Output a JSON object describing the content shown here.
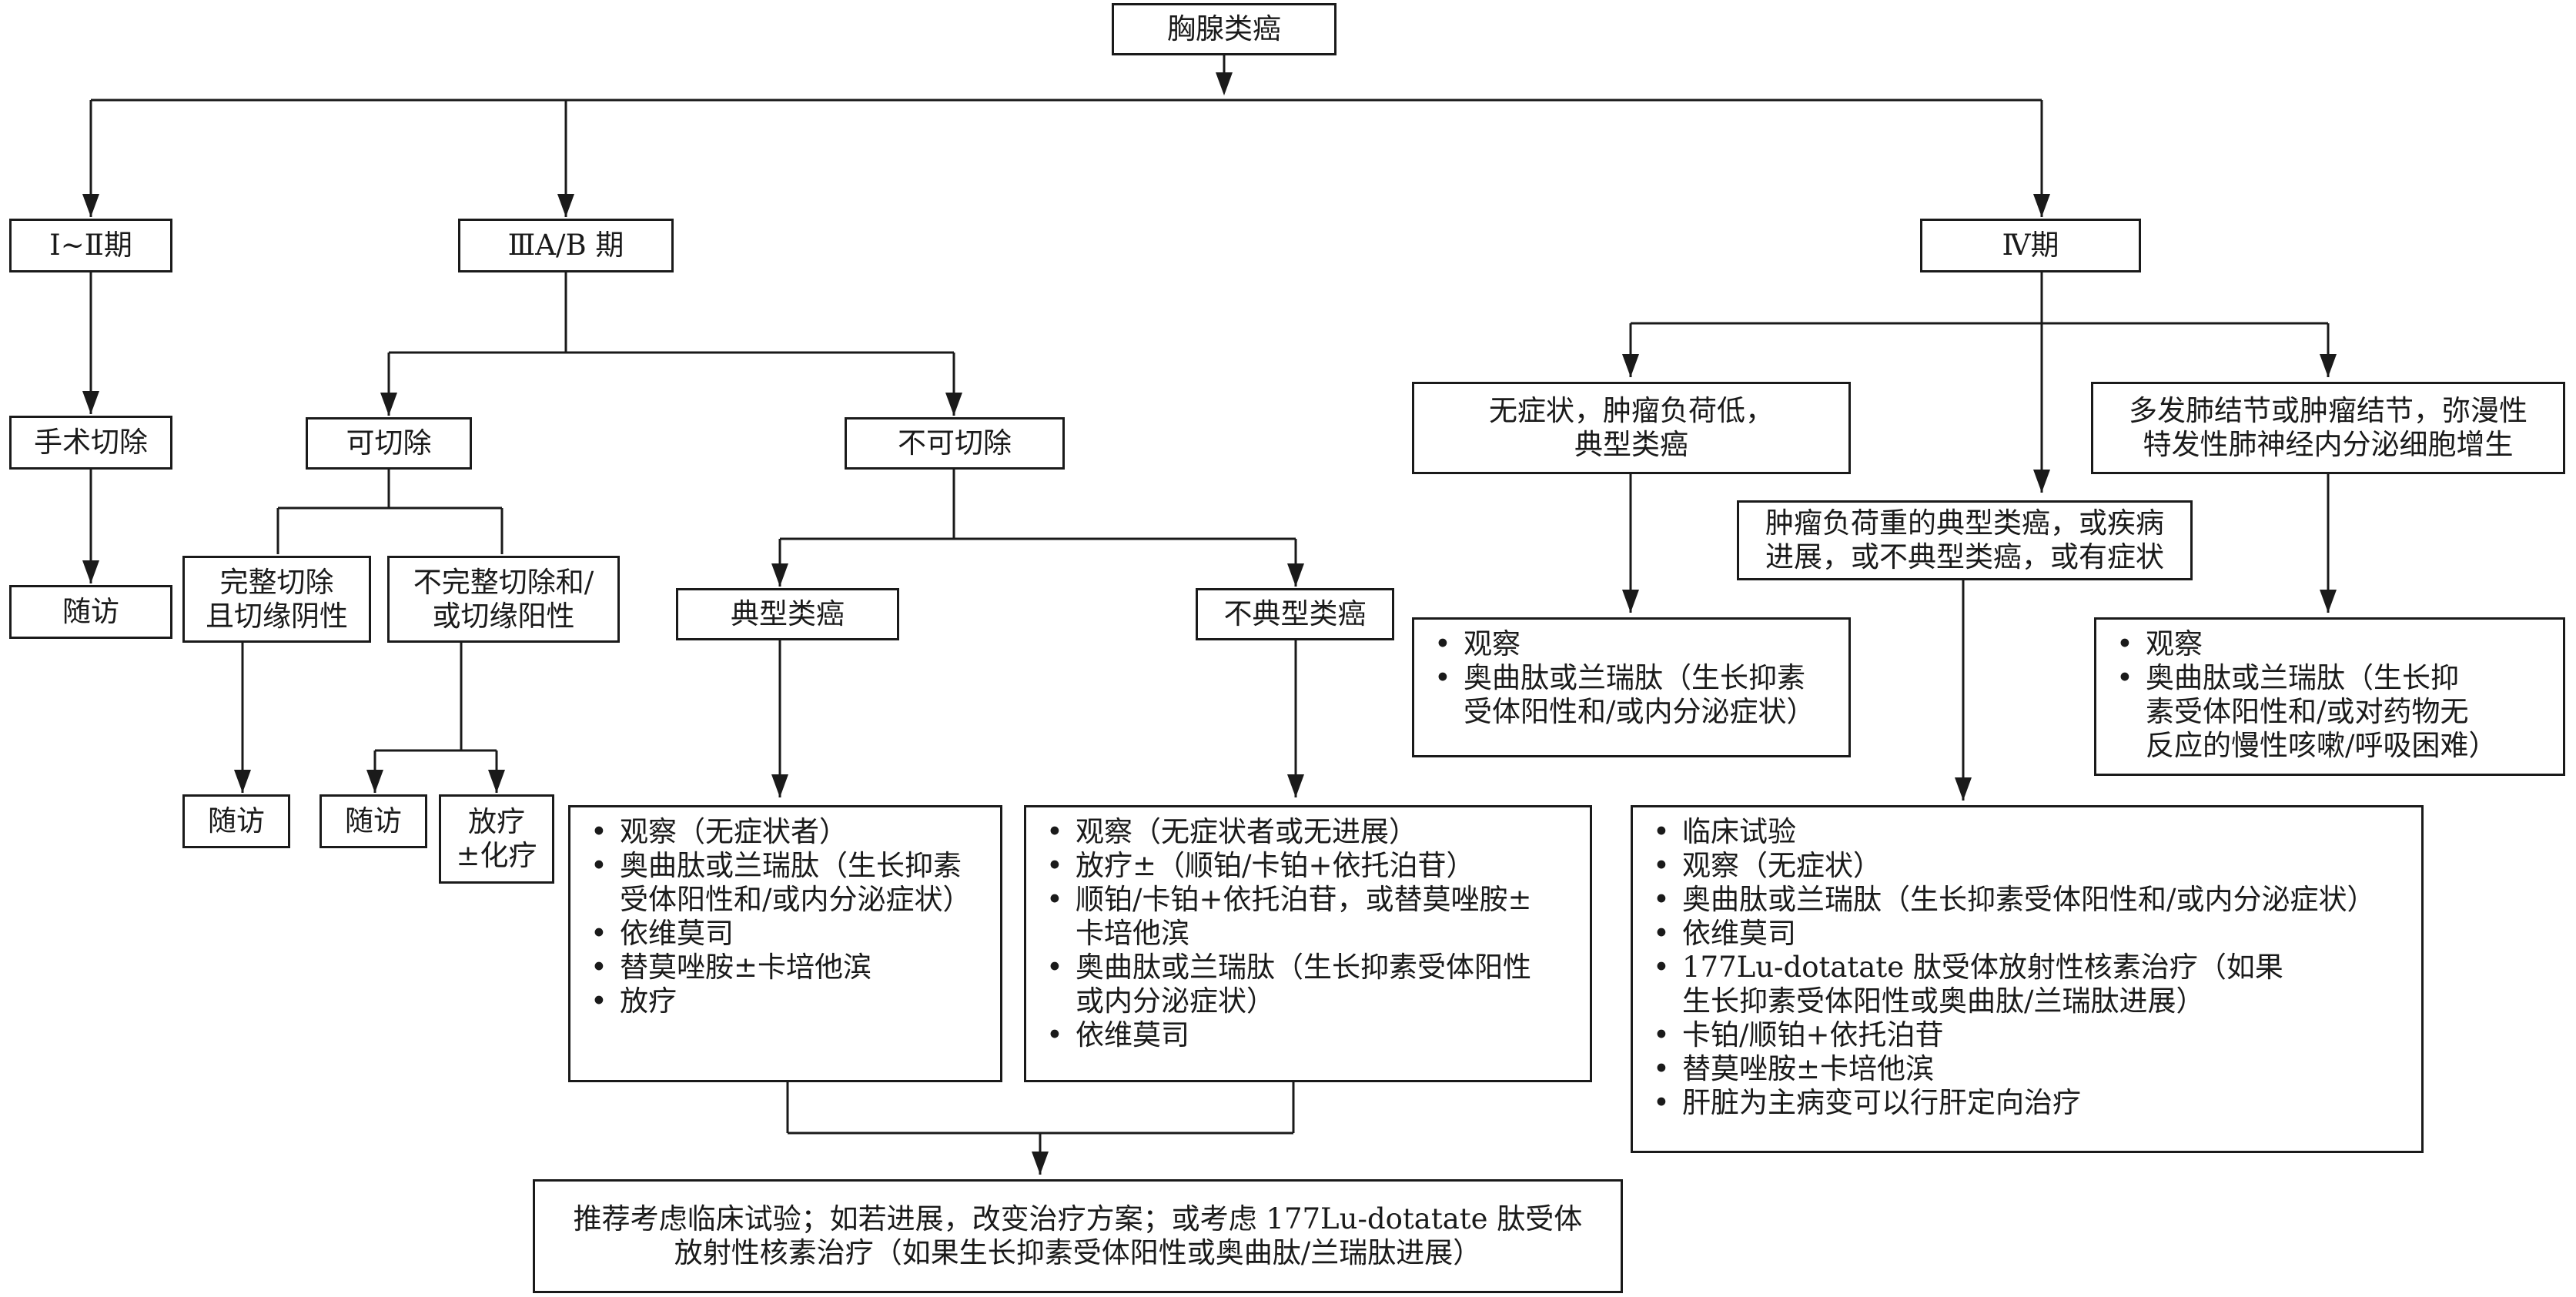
{
  "title": "胸腺类癌",
  "stages": {
    "s12": "Ⅰ~Ⅱ期",
    "s3": "ⅢA/B 期",
    "s4": "Ⅳ期"
  },
  "branch_12": {
    "surgery": "手术切除",
    "followup": "随访"
  },
  "branch_3": {
    "resectable": "可切除",
    "unresectable": "不可切除",
    "complete_resection": [
      "完整切除",
      "且切缘阴性"
    ],
    "incomplete_resection": [
      "不完整切除和/",
      "或切缘阳性"
    ],
    "followup_complete": "随访",
    "followup_incomplete": "随访",
    "radiotherapy": [
      "放疗",
      "±化疗"
    ],
    "typical": "典型类癌",
    "atypical": "不典型类癌",
    "typical_treatments": [
      [
        "观察（无症状者）"
      ],
      [
        "奥曲肽或兰瑞肽（生长抑素",
        "受体阳性和/或内分泌症状）"
      ],
      [
        "依维莫司"
      ],
      [
        "替莫唑胺±卡培他滨"
      ],
      [
        "放疗"
      ]
    ],
    "atypical_treatments": [
      [
        "观察（无症状者或无进展）"
      ],
      [
        "放疗±（顺铂/卡铂+依托泊苷）"
      ],
      [
        "顺铂/卡铂+依托泊苷，或替莫唑胺±",
        "卡培他滨"
      ],
      [
        "奥曲肽或兰瑞肽（生长抑素受体阳性",
        "或内分泌症状）"
      ],
      [
        "依维莫司"
      ]
    ],
    "recommendation": [
      "推荐考虑临床试验；如若进展，改变治疗方案；或考虑 177Lu-dotatate 肽受体",
      "放射性核素治疗（如果生长抑素受体阳性或奥曲肽/兰瑞肽进展）"
    ]
  },
  "branch_4": {
    "low_burden": [
      "无症状，肿瘤负荷低，",
      "典型类癌"
    ],
    "low_burden_treatments": [
      [
        "观察"
      ],
      [
        "奥曲肽或兰瑞肽（生长抑素",
        "受体阳性和/或内分泌症状）"
      ]
    ],
    "high_burden": [
      "肿瘤负荷重的典型类癌，或疾病",
      "进展，或不典型类癌，或有症状"
    ],
    "high_burden_treatments": [
      [
        "临床试验"
      ],
      [
        "观察（无症状）"
      ],
      [
        "奥曲肽或兰瑞肽（生长抑素受体阳性和/或内分泌症状）"
      ],
      [
        "依维莫司"
      ],
      [
        "177Lu-dotatate 肽受体放射性核素治疗（如果",
        "生长抑素受体阳性或奥曲肽/兰瑞肽进展）"
      ],
      [
        "卡铂/顺铂+依托泊苷"
      ],
      [
        "替莫唑胺±卡培他滨"
      ],
      [
        "肝脏为主病变可以行肝定向治疗"
      ]
    ],
    "nodules": [
      "多发肺结节或肿瘤结节，弥漫性",
      "特发性肺神经内分泌细胞增生"
    ],
    "nodules_treatments": [
      [
        "观察"
      ],
      [
        "奥曲肽或兰瑞肽（生长抑",
        "素受体阳性和/或对药物无",
        "反应的慢性咳嗽/呼吸困难）"
      ]
    ]
  }
}
